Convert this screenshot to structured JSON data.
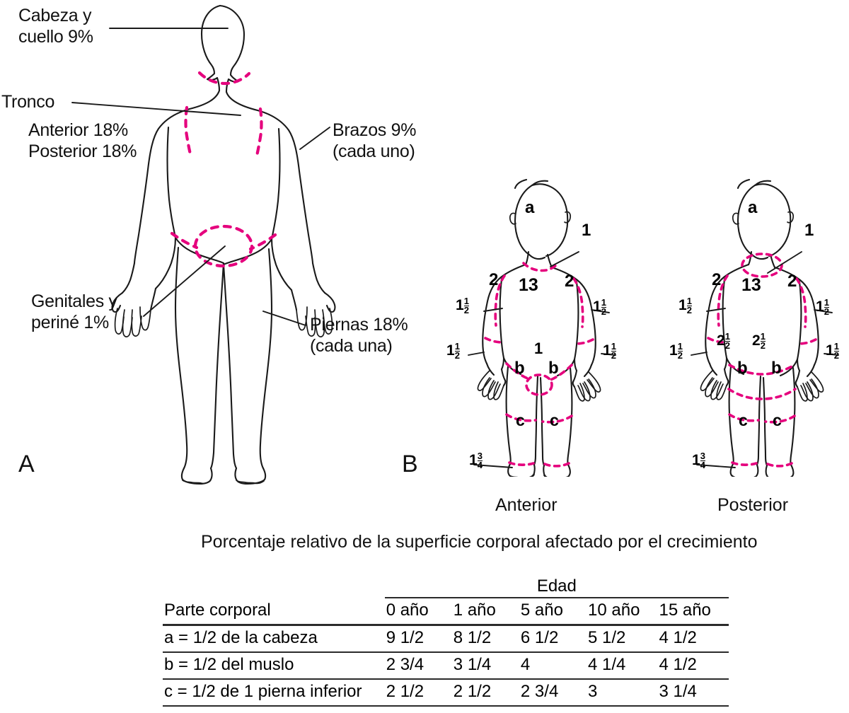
{
  "panels": {
    "a_letter": "A",
    "b_letter": "B"
  },
  "adult": {
    "labels": [
      {
        "id": "head-neck",
        "line1": "Cabeza y",
        "line2": "cuello 9%"
      },
      {
        "id": "trunk",
        "line1": "Tronco",
        "line2": "Anterior 18%",
        "line3": "Posterior 18%"
      },
      {
        "id": "arms",
        "line1": "Brazos 9%",
        "line2": "(cada uno)"
      },
      {
        "id": "genitals",
        "line1": "Genitales y",
        "line2": "periné 1%"
      },
      {
        "id": "legs",
        "line1": "Piernas 18%",
        "line2": "(cada una)"
      }
    ],
    "head_neck_line1": "Cabeza y",
    "head_neck_line2": "cuello 9%",
    "trunk_title": "Tronco",
    "trunk_anterior": "Anterior 18%",
    "trunk_posterior": "Posterior 18%",
    "arms_line1": "Brazos 9%",
    "arms_line2": "(cada uno)",
    "genitals_line1": "Genitales y",
    "genitals_line2": "periné 1%",
    "legs_line1": "Piernas 18%",
    "legs_line2": "(cada una)"
  },
  "children": {
    "anterior_caption": "Anterior",
    "posterior_caption": "Posterior",
    "anterior": {
      "head": "a",
      "neck": "1",
      "trunk": "13",
      "shoulder_left": "2",
      "shoulder_right": "2",
      "forearm_left": {
        "whole": "1",
        "num": "1",
        "den": "2"
      },
      "forearm_right": {
        "whole": "1",
        "num": "1",
        "den": "2"
      },
      "hand_left": {
        "whole": "1",
        "num": "1",
        "den": "2"
      },
      "hand_right": {
        "whole": "1",
        "num": "1",
        "den": "2"
      },
      "genitals": "1",
      "thigh_left": "b",
      "thigh_right": "b",
      "leg_left": "c",
      "leg_right": "c",
      "foot": {
        "whole": "1",
        "num": "3",
        "den": "4"
      }
    },
    "posterior": {
      "head": "a",
      "neck": "1",
      "trunk": "13",
      "shoulder_left": "2",
      "shoulder_right": "2",
      "forearm_left": {
        "whole": "1",
        "num": "1",
        "den": "2"
      },
      "forearm_right": {
        "whole": "1",
        "num": "1",
        "den": "2"
      },
      "hand_left": {
        "whole": "1",
        "num": "1",
        "den": "2"
      },
      "hand_right": {
        "whole": "1",
        "num": "1",
        "den": "2"
      },
      "buttock_left": {
        "whole": "2",
        "num": "1",
        "den": "2"
      },
      "buttock_right": {
        "whole": "2",
        "num": "1",
        "den": "2"
      },
      "thigh_left": "b",
      "thigh_right": "b",
      "leg_left": "c",
      "leg_right": "c",
      "foot": {
        "whole": "1",
        "num": "3",
        "den": "4"
      }
    }
  },
  "table": {
    "caption": "Porcentaje relativo de la superficie corporal afectado por el crecimiento",
    "group_header": "Edad",
    "col_part": "Parte corporal",
    "columns": [
      "0 año",
      "1 año",
      "5 año",
      "10 año",
      "15 año"
    ],
    "rows": [
      {
        "part": "a = 1/2 de la cabeza",
        "values": [
          "9 1/2",
          "8 1/2",
          "6 1/2",
          "5 1/2",
          "4 1/2"
        ]
      },
      {
        "part": "b = 1/2 del muslo",
        "values": [
          "2 3/4",
          "3 1/4",
          "4",
          "4 1/4",
          "4 1/2"
        ]
      },
      {
        "part": "c = 1/2 de 1 pierna inferior",
        "values": [
          "2 1/2",
          "2 1/2",
          "2 3/4",
          "3",
          "3 1/4"
        ]
      }
    ]
  },
  "colors": {
    "outline": "#1a1a1a",
    "dashed_boundary": "#e5007d",
    "text": "#111111",
    "table_rule": "#2b2b2b"
  }
}
